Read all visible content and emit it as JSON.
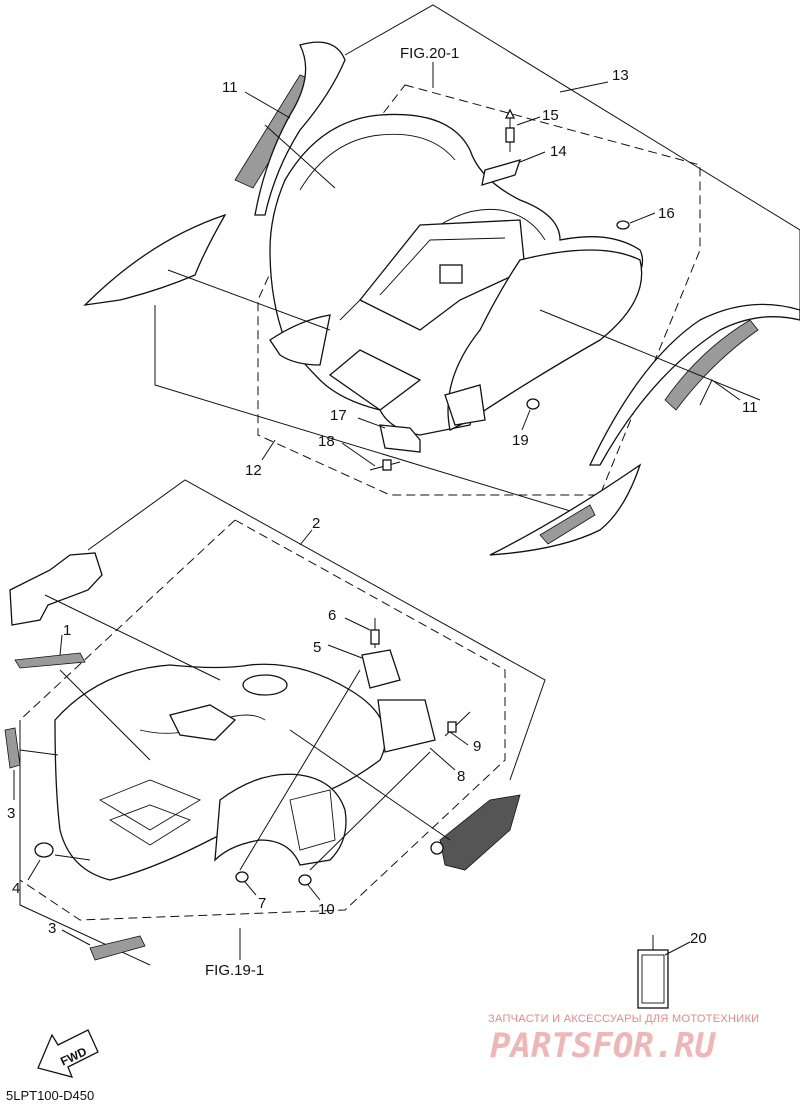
{
  "figures": {
    "top_ref": "FIG.20-1",
    "bottom_ref": "FIG.19-1"
  },
  "callouts": {
    "c1": "1",
    "c2": "2",
    "c3a": "3",
    "c3b": "3",
    "c4": "4",
    "c5": "5",
    "c6": "6",
    "c7": "7",
    "c8": "8",
    "c9": "9",
    "c10": "10",
    "c11a": "11",
    "c11b": "11",
    "c12": "12",
    "c13": "13",
    "c14": "14",
    "c15": "15",
    "c16": "16",
    "c17": "17",
    "c18": "18",
    "c19": "19",
    "c20": "20"
  },
  "fwd_label": "FWD",
  "diagram_code": "5LPT100-D450",
  "watermark": {
    "tagline": "ЗАПЧАСТИ И АКСЕССУАРЫ ДЛЯ МОТОТЕХНИКИ",
    "brand": "PARTSFOR.RU"
  },
  "colors": {
    "line": "#111111",
    "watermark": "#f0b5b5"
  }
}
